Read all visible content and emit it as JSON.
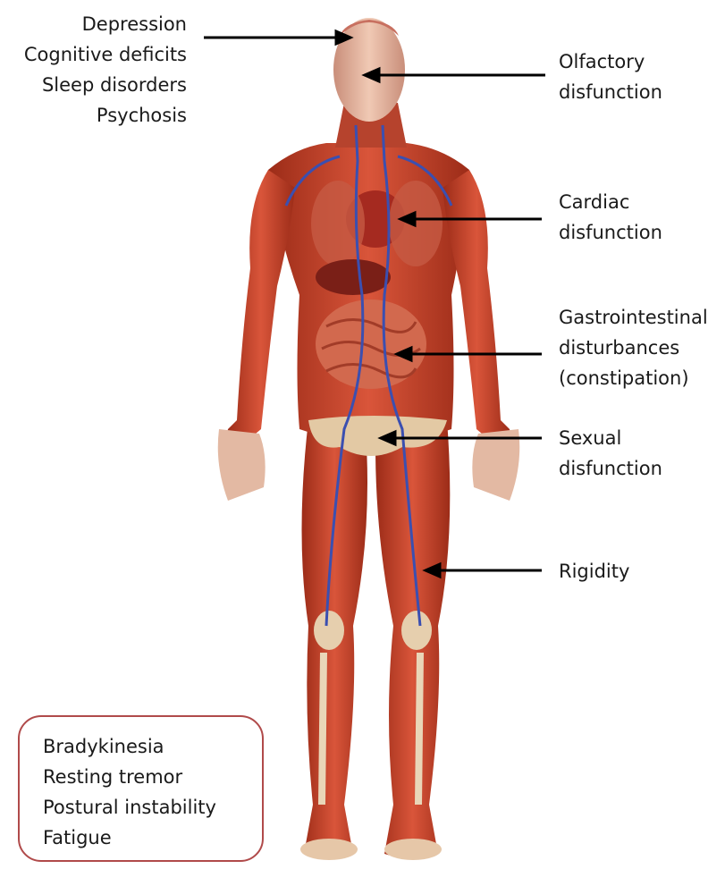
{
  "head_labels": [
    "Depression",
    "Cognitive deficits",
    "Sleep disorders",
    "Psychosis"
  ],
  "right_labels": {
    "olfactory": [
      "Olfactory",
      "disfunction"
    ],
    "cardiac": [
      "Cardiac",
      "disfunction"
    ],
    "gastro": [
      "Gastrointestinal",
      "disturbances",
      "(constipation)"
    ],
    "sexual": [
      "Sexual",
      "disfunction"
    ],
    "rigidity": [
      "Rigidity"
    ]
  },
  "motor_box": [
    "Bradykinesia",
    "Resting tremor",
    "Postural instability",
    "Fatigue"
  ],
  "colors": {
    "muscle": "#c8412a",
    "muscle_dark": "#8e2416",
    "bone": "#e9d6b8",
    "vein": "#3b4fb0",
    "box_border": "#b04a4a",
    "arrow": "#000000"
  }
}
